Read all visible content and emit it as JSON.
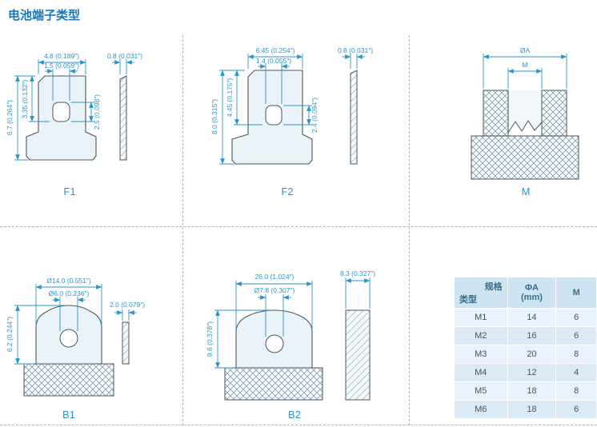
{
  "title": "电池端子类型",
  "f1": {
    "label": "F1",
    "top_width": "4.8 (0.189″)",
    "slot_width": "1.5 (0.059″)",
    "thickness": "0.8 (0.031″)",
    "height": "6.7 (0.264″)",
    "upper_height": "3.35 (0.132″)",
    "slot_height": "2.5 (0.098″)"
  },
  "f2": {
    "label": "F2",
    "top_width": "6.45 (0.254″)",
    "slot_width": "1.4 (0.055″)",
    "thickness": "0.8 (0.031″)",
    "height": "8.0 (0.315″)",
    "upper_height": "4.45 (0.175″)",
    "slot_height": "2.4 (0.094″)"
  },
  "m": {
    "label": "M",
    "outer_dia": "ØA",
    "thread": "M"
  },
  "b1": {
    "label": "B1",
    "outer_dia": "Ø14.0 (0.551″)",
    "hole_dia": "Ø6.0 (0.236″)",
    "thickness": "2.0 (0.079″)",
    "height": "6.2 (0.244″)"
  },
  "b2": {
    "label": "B2",
    "width": "26.0 (1.024″)",
    "hole_dia": "Ø7.8 (0.307″)",
    "thickness": "8.3 (0.327″)",
    "height": "9.6 (0.378″)"
  },
  "table": {
    "header_spec": "规格",
    "header_type": "类型",
    "col_a": "ΦA",
    "col_a_unit": "(mm)",
    "col_m": "M",
    "rows": [
      {
        "type": "M1",
        "a": "14",
        "m": "6"
      },
      {
        "type": "M2",
        "a": "16",
        "m": "6"
      },
      {
        "type": "M3",
        "a": "20",
        "m": "8"
      },
      {
        "type": "M4",
        "a": "12",
        "m": "4"
      },
      {
        "type": "M5",
        "a": "18",
        "m": "8"
      },
      {
        "type": "M6",
        "a": "18",
        "m": "6"
      }
    ]
  }
}
